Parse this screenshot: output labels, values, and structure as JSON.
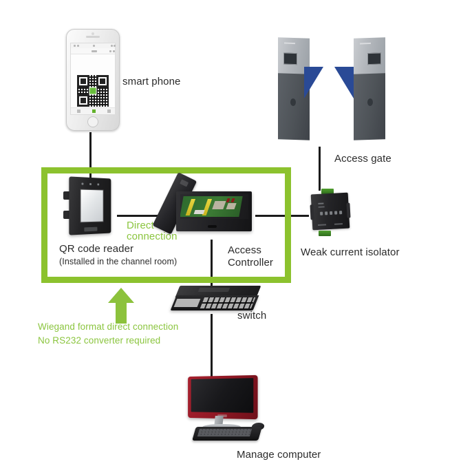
{
  "diagram": {
    "title": "QR code access control system topology",
    "background_color": "#ffffff",
    "accent_green": "#8cc22e",
    "line_color": "#1b1b1b"
  },
  "nodes": {
    "smart_phone": {
      "label": "smart phone",
      "icon": "smartphone-qr-icon"
    },
    "access_gate": {
      "label": "Access gate",
      "icon": "turnstile-gate-icon"
    },
    "qr_code_reader": {
      "label": "QR code reader",
      "sublabel": "(Installed in the channel room)",
      "icon": "qr-code-reader-icon"
    },
    "access_controller": {
      "label_line1": "Access",
      "label_line2": "Controller",
      "icon": "access-controller-box-icon"
    },
    "weak_current_isolator": {
      "label": "Weak current isolator",
      "icon": "isolator-module-icon"
    },
    "switch": {
      "label": "switch",
      "icon": "network-switch-icon"
    },
    "manage_computer": {
      "label": "Manage computer",
      "icon": "desktop-computer-icon"
    }
  },
  "annotations": {
    "direct_connection": {
      "line1": "Direct",
      "line2": "connection",
      "color": "#8bc53f"
    },
    "wiegand_note": {
      "line1": "Wiegand format direct connection",
      "line2": "No RS232 converter required",
      "color": "#8bc53f"
    },
    "highlight_box": {
      "name": "direct-connection-highlight",
      "color": "#8cc22e"
    },
    "arrow_up": {
      "name": "wiegand-up-arrow",
      "color": "#8cc23c"
    }
  },
  "connections": [
    {
      "from": "smart_phone",
      "to": "qr_code_reader",
      "orientation": "vertical"
    },
    {
      "from": "qr_code_reader",
      "to": "access_controller",
      "orientation": "horizontal"
    },
    {
      "from": "access_controller",
      "to": "weak_current_isolator",
      "orientation": "horizontal"
    },
    {
      "from": "weak_current_isolator",
      "to": "access_gate",
      "orientation": "vertical"
    },
    {
      "from": "access_controller",
      "to": "switch",
      "orientation": "vertical"
    },
    {
      "from": "switch",
      "to": "manage_computer",
      "orientation": "vertical"
    }
  ]
}
